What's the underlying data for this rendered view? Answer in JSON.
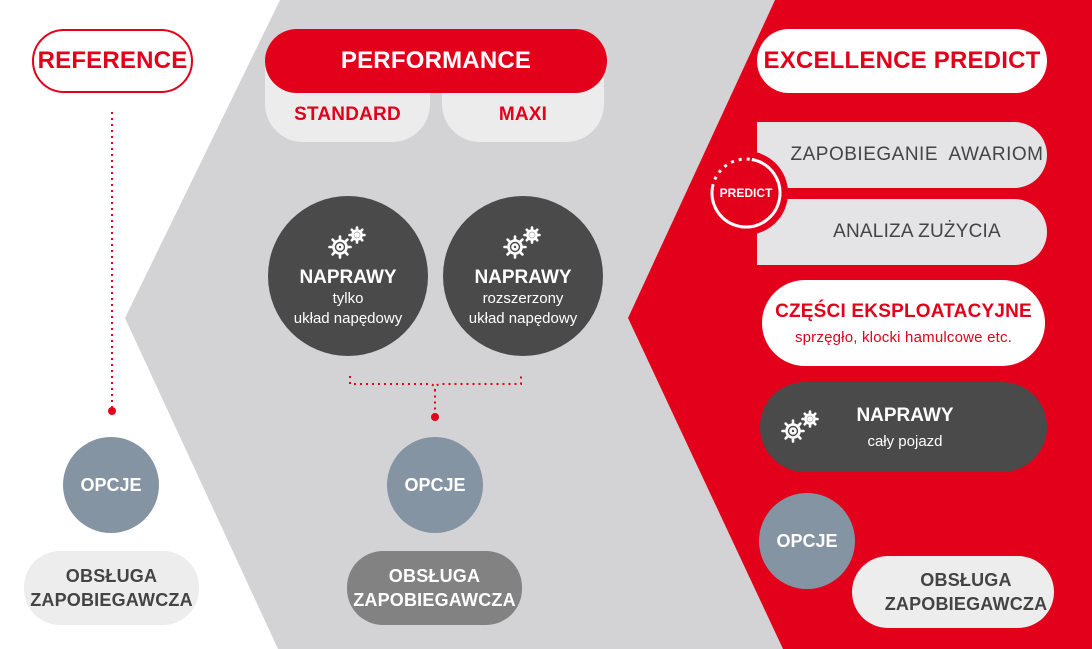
{
  "colors": {
    "brand_red": "#e2001a",
    "panel_gray": "#d3d3d5",
    "dark_gray": "#4a4a4b",
    "option_blue_gray": "#8494a3",
    "light_pill": "#e4e4e6",
    "service_gray": "#ededed",
    "service_dark": "#828282"
  },
  "reference": {
    "title": "REFERENCE",
    "options": "OPCJE",
    "service": [
      "OBSŁUGA",
      "ZAPOBIEGAWCZA"
    ]
  },
  "performance": {
    "title": "PERFORMANCE",
    "variants": [
      "STANDARD",
      "MAXI"
    ],
    "repairs": [
      {
        "icon": "gears-icon",
        "title": "NAPRAWY",
        "lines": [
          "tylko",
          "układ napędowy"
        ]
      },
      {
        "icon": "gears-icon",
        "title": "NAPRAWY",
        "lines": [
          "rozszerzony",
          "układ napędowy"
        ]
      }
    ],
    "options": "OPCJE",
    "service": [
      "OBSŁUGA",
      "ZAPOBIEGAWCZA"
    ]
  },
  "excellence": {
    "title": "EXCELLENCE PREDICT",
    "predict_badge": "PREDICT",
    "predict_items": [
      "ZAPOBIEGANIE  AWARIOM",
      "ANALIZA ZUŻYCIA"
    ],
    "parts": {
      "title": "CZĘŚCI EKSPLOATACYJNE",
      "subtitle": "sprzęgło, klocki hamulcowe etc."
    },
    "repairs": {
      "icon": "gears-icon",
      "title": "NAPRAWY",
      "subtitle": "cały pojazd"
    },
    "options": "OPCJE",
    "service": [
      "OBSŁUGA",
      "ZAPOBIEGAWCZA"
    ]
  }
}
